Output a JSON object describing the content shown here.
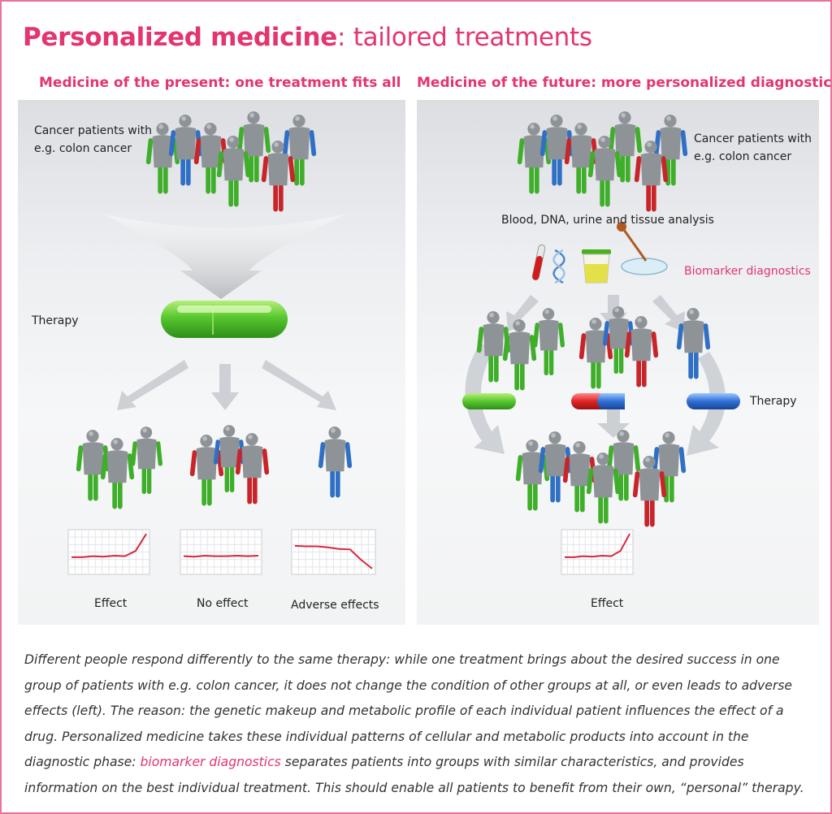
{
  "title": {
    "bold": "Personalized medicine",
    "rest": ": tailored treatments"
  },
  "colors": {
    "accent": "#e3356e",
    "green": "#3fae2a",
    "red": "#c8252a",
    "blue": "#2f6fc4",
    "body": "#8e9397"
  },
  "left": {
    "heading": "Medicine of the present: one treatment fits all",
    "patients_line1": "Cancer patients with",
    "patients_line2": "e.g. colon cancer",
    "therapy": "Therapy",
    "outcomes": [
      "Effect",
      "No effect",
      "Adverse effects"
    ]
  },
  "right": {
    "heading": "Medicine of the future: more personalized diagnostics",
    "patients_line1": "Cancer patients with",
    "patients_line2": "e.g. colon cancer",
    "analysis": "Blood, DNA, urine and tissue analysis",
    "biomarker": "Biomarker diagnostics",
    "therapy": "Therapy",
    "outcome": "Effect"
  },
  "chart_data": [
    {
      "type": "line",
      "name": "effect",
      "values": [
        3,
        3,
        3.2,
        3.1,
        3.3,
        3.2,
        4.2,
        7.5
      ]
    },
    {
      "type": "line",
      "name": "no-effect",
      "values": [
        3.2,
        3.1,
        3.3,
        3.2,
        3.2,
        3.3,
        3.2,
        3.3
      ]
    },
    {
      "type": "line",
      "name": "adverse",
      "values": [
        5.2,
        5.1,
        5.1,
        4.9,
        4.6,
        4.5,
        2.5,
        0.8
      ]
    },
    {
      "type": "line",
      "name": "right-effect",
      "values": [
        3,
        3,
        3.2,
        3.1,
        3.3,
        3.2,
        4.2,
        7.5
      ]
    }
  ],
  "caption": {
    "part1": "Different people respond differently to the same therapy: while one treatment brings about the desired success in one group of patients with e.g. colon cancer, it does not change the condition of other groups at all, or even leads to adverse effects (left). The reason: the genetic makeup and metabolic profile of each individual patient influences the effect of a drug. Personalized medicine takes these individual patterns of cellular and metabolic products into account in the diagnostic phase: ",
    "highlight": "biomarker diagnostics",
    "part2": " separates patients into groups with similar characteristics, and provides information on the best individual treatment. This should enable all patients to benefit from their own, “personal” therapy."
  }
}
